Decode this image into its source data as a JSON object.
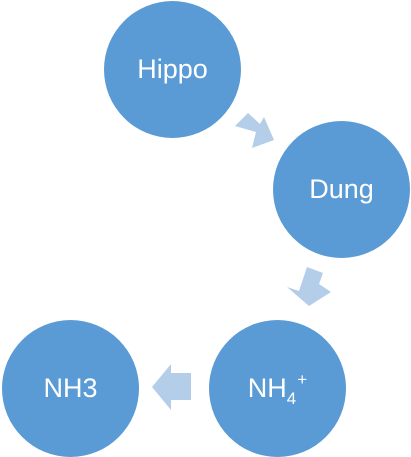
{
  "diagram": {
    "nodes": [
      {
        "id": "hippo",
        "label": "Hippo"
      },
      {
        "id": "dung",
        "label": "Dung"
      },
      {
        "id": "nh4",
        "label": "NH",
        "subscript": "4",
        "superscript": "+"
      },
      {
        "id": "nh3",
        "label": "NH3"
      }
    ],
    "edges": [
      {
        "from": "hippo",
        "to": "dung"
      },
      {
        "from": "dung",
        "to": "nh4"
      },
      {
        "from": "nh4",
        "to": "nh3"
      }
    ],
    "colors": {
      "node_fill": "#5b9bd5",
      "node_text": "#ffffff",
      "arrow_fill": "#b4cde9"
    }
  }
}
